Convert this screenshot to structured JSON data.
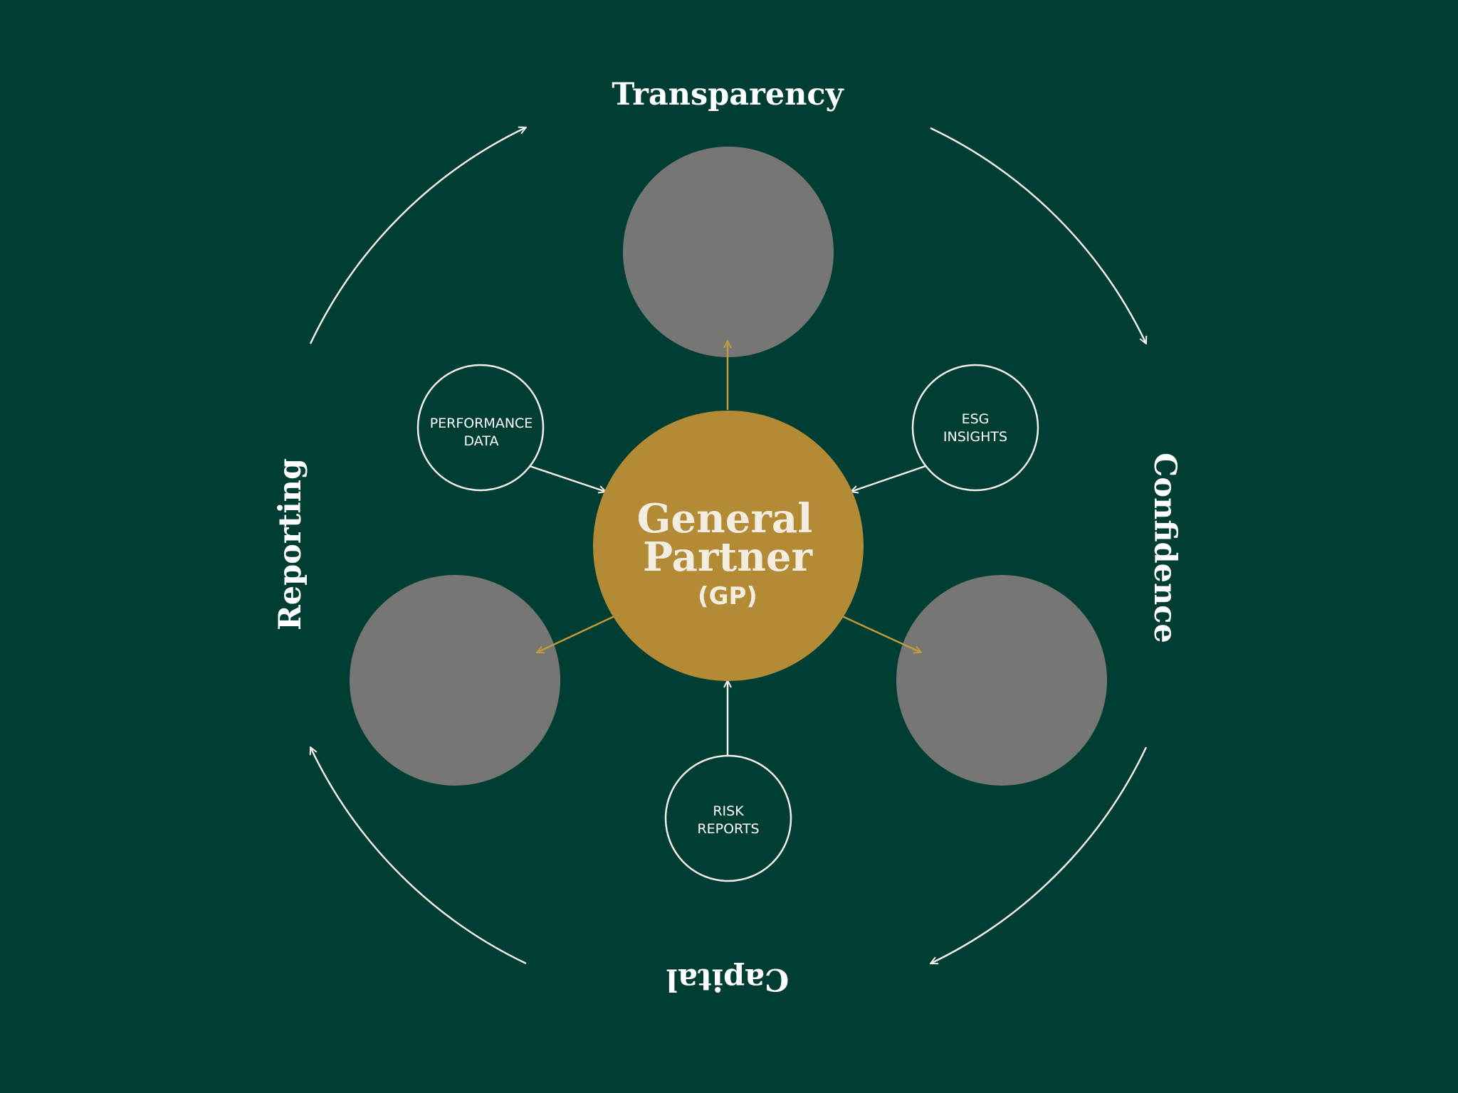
{
  "colors": {
    "background": "#003d33",
    "center_fill": "#b38b34",
    "gray_fill": "#767775",
    "line_white": "#f2efe8",
    "line_gold": "#c09a3c",
    "text_light": "#f3ece0"
  },
  "outer_labels": {
    "top": "Transparency",
    "right": "Confidence",
    "bottom": "Capital",
    "left": "Reporting"
  },
  "center": {
    "line1": "General",
    "line2": "Partner",
    "line3": "(GP)"
  },
  "inputs": {
    "performance": {
      "line1": "PERFORMANCE",
      "line2": "DATA"
    },
    "esg": {
      "line1": "ESG",
      "line2": "INSIGHTS"
    },
    "risk": {
      "line1": "RISK",
      "line2": "REPORTS"
    }
  }
}
